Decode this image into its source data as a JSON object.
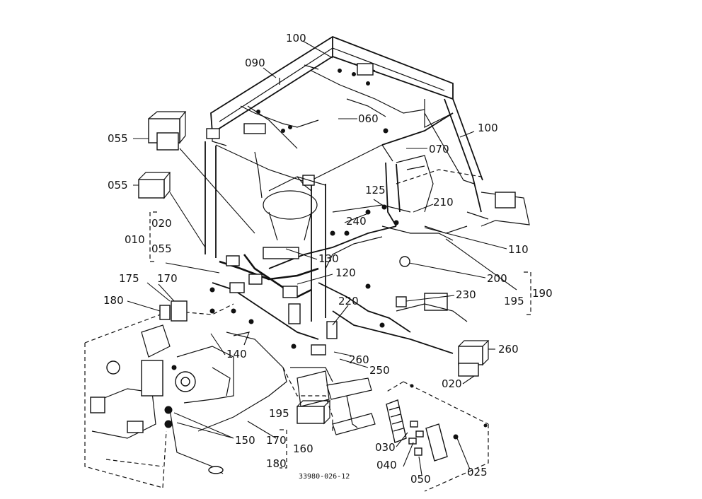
{
  "drawing_code": "33980-026-12",
  "callouts": {
    "c100_top": "100",
    "c090": "090",
    "c060": "060",
    "c100_right": "100",
    "c070": "070",
    "c055_a": "055",
    "c055_b": "055",
    "c020_left": "020",
    "c010": "010",
    "c055_c": "055",
    "c125": "125",
    "c210": "210",
    "c240": "240",
    "c110": "110",
    "c130": "130",
    "c175": "175",
    "c170_left": "170",
    "c120": "120",
    "c200": "200",
    "c195_right": "195",
    "c190": "190",
    "c180_left": "180",
    "c220": "220",
    "c230": "230",
    "c260_right": "260",
    "c140": "140",
    "c260_mid": "260",
    "c250": "250",
    "c020_right": "020",
    "c195_bottom": "195",
    "c150": "150",
    "c170_bottom": "170",
    "c160": "160",
    "c180_bottom": "180",
    "c030": "030",
    "c040": "040",
    "c050": "050",
    "c025": "025"
  }
}
